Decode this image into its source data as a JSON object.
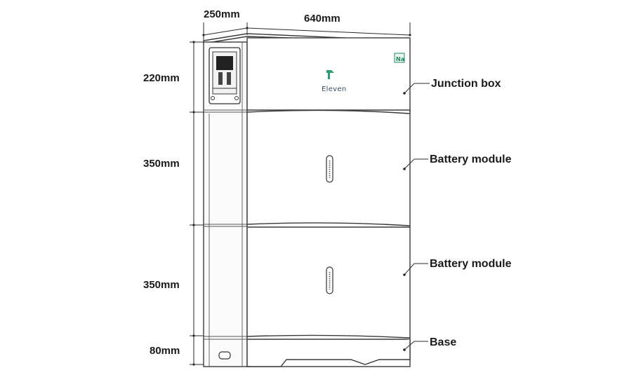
{
  "dimensions": {
    "depth": "250mm",
    "width": "640mm",
    "junction_box_height": "220mm",
    "battery_module_1_height": "350mm",
    "battery_module_2_height": "350mm",
    "base_height": "80mm"
  },
  "callouts": {
    "junction_box": "Junction box",
    "battery_module_1": "Battery module",
    "battery_module_2": "Battery module",
    "base": "Base"
  },
  "brand": {
    "name": "Eleven",
    "badge": "Na",
    "accent_color": "#2e9e6e"
  }
}
